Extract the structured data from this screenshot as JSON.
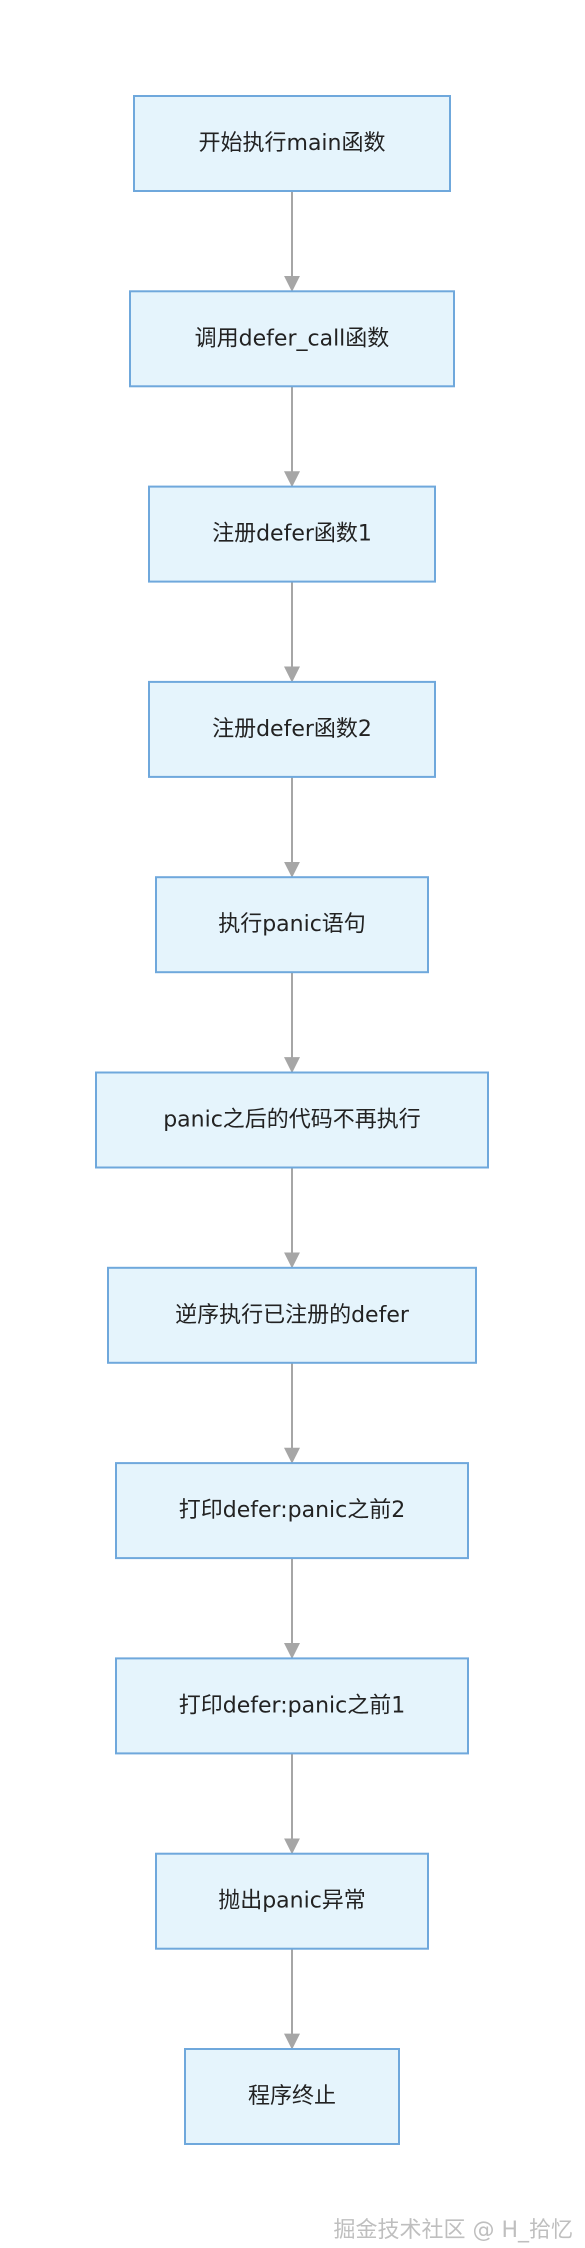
{
  "colors": {
    "node_fill": "#e5f4fc",
    "node_border": "#6fa8dc",
    "edge": "#a6a6a6",
    "text": "#222222",
    "watermark": "#bfbfbf"
  },
  "nodes": [
    {
      "id": "n1",
      "label": "开始执行main函数"
    },
    {
      "id": "n2",
      "label": "调用defer_call函数"
    },
    {
      "id": "n3",
      "label": "注册defer函数1"
    },
    {
      "id": "n4",
      "label": "注册defer函数2"
    },
    {
      "id": "n5",
      "label": "执行panic语句"
    },
    {
      "id": "n6",
      "label": "panic之后的代码不再执行"
    },
    {
      "id": "n7",
      "label": "逆序执行已注册的defer"
    },
    {
      "id": "n8",
      "label": "打印defer:panic之前2"
    },
    {
      "id": "n9",
      "label": "打印defer:panic之前1"
    },
    {
      "id": "n10",
      "label": "抛出panic异常"
    },
    {
      "id": "n11",
      "label": "程序终止"
    }
  ],
  "edges": [
    {
      "from": "n1",
      "to": "n2"
    },
    {
      "from": "n2",
      "to": "n3"
    },
    {
      "from": "n3",
      "to": "n4"
    },
    {
      "from": "n4",
      "to": "n5"
    },
    {
      "from": "n5",
      "to": "n6"
    },
    {
      "from": "n6",
      "to": "n7"
    },
    {
      "from": "n7",
      "to": "n8"
    },
    {
      "from": "n8",
      "to": "n9"
    },
    {
      "from": "n9",
      "to": "n10"
    },
    {
      "from": "n10",
      "to": "n11"
    }
  ],
  "watermark": "掘金技术社区 @ H_拾忆"
}
